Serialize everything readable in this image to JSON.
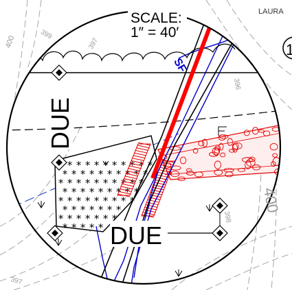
{
  "scale": {
    "line1": "SCALE:",
    "line2": "1″ = 40′"
  },
  "labels": {
    "due_vertical": "DUE",
    "due_horizontal": "DUE",
    "corner_text": "LAURA",
    "contour_400_lower_right": "400",
    "contour_400_upper_left": "400",
    "contour_399": "399",
    "contour_397_upper": "397",
    "contour_397_lower": "397",
    "contour_396": "396",
    "contour_398": "398",
    "sf_mark": "SF",
    "circle_marker_partial": "1"
  },
  "colors": {
    "boundary": "#000000",
    "centerline": "#ff0000",
    "silt_fence": "#0000cc",
    "stone_fill": "#e00000",
    "contours": "#9a9a9a"
  },
  "icons": [
    "diamond-marker-icon",
    "tree-symbol-icon",
    "shrub-line-icon",
    "asterisk-hatch-icon"
  ]
}
